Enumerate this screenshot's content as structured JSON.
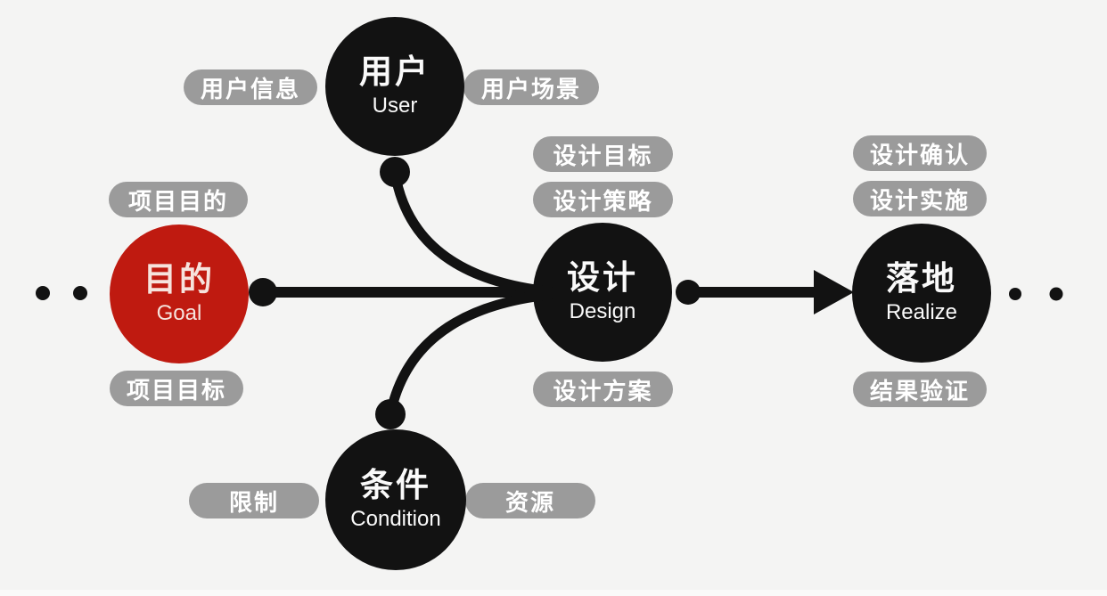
{
  "title": "design-process-flow-diagram",
  "colors": {
    "background": "#f4f4f3",
    "node_black": "#121212",
    "node_red": "#bf1a10",
    "pill_gray": "#9b9b9b",
    "pill_text": "#ffffff",
    "node_text": "#fafafa",
    "goal_text": "#f6e3dd",
    "connector": "#121212"
  },
  "nodes": [
    {
      "id": "user",
      "zh": "用户",
      "en": "User"
    },
    {
      "id": "goal",
      "zh": "目的",
      "en": "Goal"
    },
    {
      "id": "design",
      "zh": "设计",
      "en": "Design"
    },
    {
      "id": "condition",
      "zh": "条件",
      "en": "Condition"
    },
    {
      "id": "realize",
      "zh": "落地",
      "en": "Realize"
    }
  ],
  "pills": [
    {
      "id": "user-info",
      "label": "用户信息"
    },
    {
      "id": "user-scenario",
      "label": "用户场景"
    },
    {
      "id": "project-purpose",
      "label": "项目目的"
    },
    {
      "id": "project-target",
      "label": "项目目标"
    },
    {
      "id": "design-target",
      "label": "设计目标"
    },
    {
      "id": "design-strategy",
      "label": "设计策略"
    },
    {
      "id": "design-plan",
      "label": "设计方案"
    },
    {
      "id": "design-confirm",
      "label": "设计确认"
    },
    {
      "id": "design-implement",
      "label": "设计实施"
    },
    {
      "id": "result-verify",
      "label": "结果验证"
    },
    {
      "id": "limit",
      "label": "限制"
    },
    {
      "id": "resource",
      "label": "资源"
    }
  ],
  "flow": {
    "inputs_to_design": [
      "user",
      "goal",
      "condition"
    ],
    "design_to": "realize",
    "continues_left": "…",
    "continues_right": "…"
  }
}
